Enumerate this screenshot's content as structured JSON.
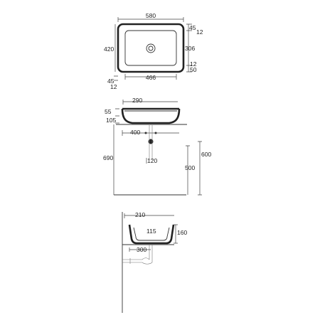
{
  "plan_view": {
    "overall_width": "580",
    "overall_depth": "420",
    "inner_width": "466",
    "inner_depth": "306",
    "rim_top": "45",
    "rim_top_offset": "12",
    "rim_bottom_offset": "12",
    "rim_bottom": "50",
    "rim_left": "45",
    "rim_left_offset": "12"
  },
  "front_view": {
    "bowl_inner_width": "290",
    "rim_height": "55",
    "bowl_height": "105",
    "outer_dimension": "400",
    "waste_spacing": "120",
    "total_height": "690",
    "counter_height": "600",
    "waste_height": "500"
  },
  "side_view": {
    "depth_to_waste": "210",
    "basin_height": "160",
    "inner_depth": "115",
    "waste_projection": "300"
  },
  "colors": {
    "line": "#333333",
    "background": "#ffffff"
  }
}
